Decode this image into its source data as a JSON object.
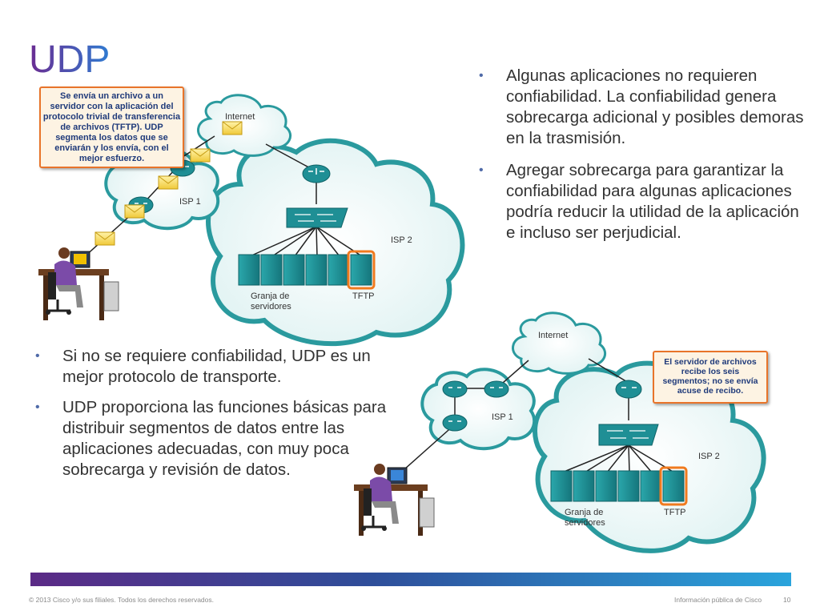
{
  "slide": {
    "title": "UDP",
    "right_bullets": [
      "Algunas aplicaciones no requieren confiabilidad. La confiabilidad genera sobrecarga adicional y posibles demoras en la trasmisión.",
      "Agregar sobrecarga para garantizar la confiabilidad para algunas aplicaciones podría reducir la utilidad de la aplicación e incluso ser perjudicial."
    ],
    "left_bullets": [
      "Si no se requiere confiabilidad, UDP es un mejor protocolo de transporte.",
      "UDP proporciona las funciones básicas para distribuir segmentos de datos entre las aplicaciones adecuadas, con muy poca sobrecarga y revisión de datos."
    ],
    "bullet_glyph": "•"
  },
  "diagram_top": {
    "callout": "Se envía un archivo a un servidor con la aplicación del protocolo trivial de transferencia de archivos (TFTP). UDP segmenta los datos que se enviarán y los envía, con el mejor esfuerzo.",
    "internet_label": "Internet",
    "isp1_label": "ISP 1",
    "isp2_label": "ISP 2",
    "farm_label_line1": "Granja de",
    "farm_label_line2": "servidores",
    "tftp_label": "TFTP"
  },
  "diagram_bottom": {
    "callout": "El servidor de archivos recibe los seis segmentos; no se envía acuse de recibo.",
    "internet_label": "Internet",
    "isp1_label": "ISP 1",
    "isp2_label": "ISP 2",
    "farm_label_line1": "Granja de",
    "farm_label_line2": "servidores",
    "tftp_label": "TFTP"
  },
  "footer": {
    "copyright": "© 2013 Cisco y/o sus filiales. Todos los derechos reservados.",
    "classification": "Información pública de Cisco",
    "page_number": "10"
  },
  "colors": {
    "title_gradient_start": "#6b2c91",
    "title_gradient_end": "#2f7bd1",
    "cloud_stroke": "#2a9a9e",
    "device_teal": "#1f8f95",
    "callout_border": "#e8742a",
    "footer_bar_start": "#5b2a86",
    "footer_bar_end": "#2aa4dc"
  },
  "icons": [
    "router-icon",
    "switch-icon",
    "server-icon",
    "envelope-icon",
    "user-workstation-icon",
    "cloud-icon"
  ]
}
